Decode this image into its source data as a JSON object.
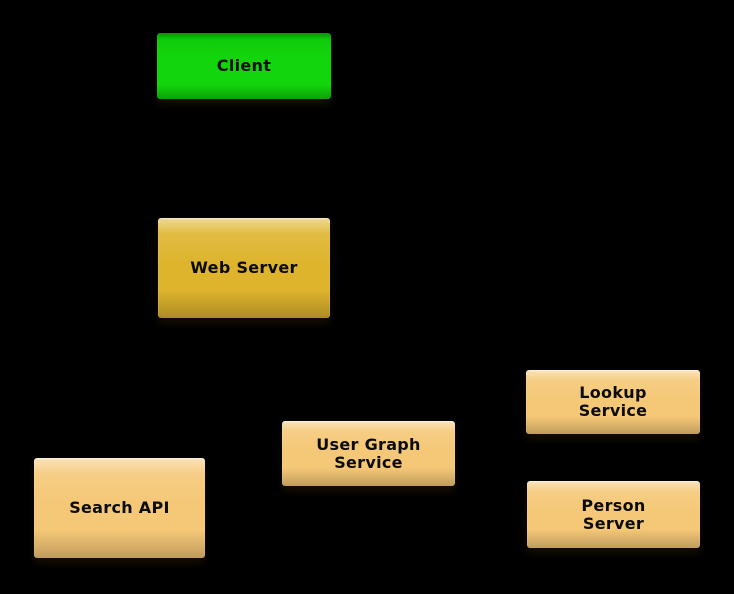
{
  "canvas": {
    "background": "#000000"
  },
  "nodes": [
    {
      "id": "client",
      "label": "Client",
      "fill": "#12d60b",
      "text_color": "#0b0b0b"
    },
    {
      "id": "web-server",
      "label": "Web Server",
      "fill": "#deb42d",
      "text_color": "#0b0b0b"
    },
    {
      "id": "search-api",
      "label": "Search API",
      "fill": "#f5c877",
      "text_color": "#0b0b0b"
    },
    {
      "id": "user-graph-service",
      "label": "User Graph Service",
      "lines": [
        "User Graph",
        "Service"
      ],
      "fill": "#f5c877",
      "text_color": "#0b0b0b"
    },
    {
      "id": "lookup-service",
      "label": "Lookup Service",
      "lines": [
        "Lookup",
        "Service"
      ],
      "fill": "#f5c877",
      "text_color": "#0b0b0b"
    },
    {
      "id": "person-server",
      "label": "Person Server",
      "lines": [
        "Person",
        "Server"
      ],
      "fill": "#f5c877",
      "text_color": "#0b0b0b"
    }
  ]
}
